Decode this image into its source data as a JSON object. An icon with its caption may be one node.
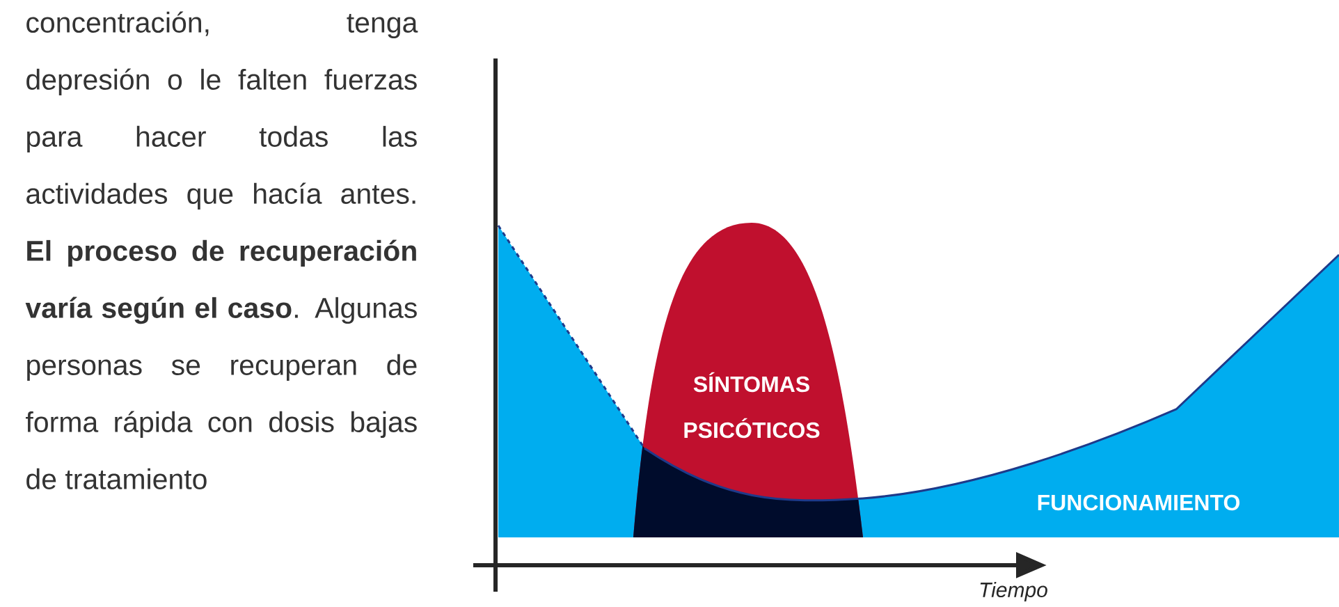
{
  "diagram": {
    "labels": [
      "concentración, tenga depresión o le falten fuerzas para hacer todas las actividades que hacía antes. **El proceso de recuperación varía según el caso**. Algunas personas se recuperan de forma rápida con dosis bajas de tratamiento",
      "SÍNTOMAS PSICÓTICOS",
      "FUNCIONAMIENTO",
      "Tiempo"
    ]
  }
}
